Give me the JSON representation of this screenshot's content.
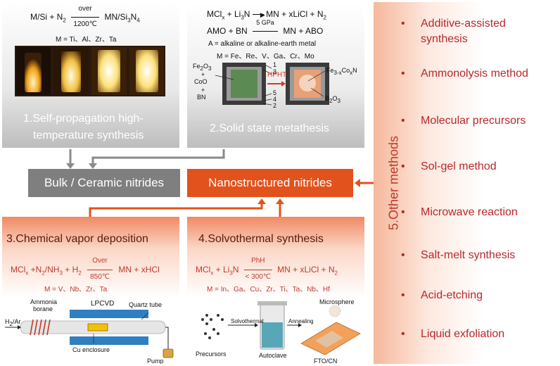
{
  "panel1": {
    "eq_left": "M/Si + N",
    "eq_sub": "2",
    "eq_over": "over",
    "eq_under": "1200℃",
    "eq_right": "MN/Si",
    "eq_right_sub1": "3",
    "eq_right_mid": "N",
    "eq_right_sub2": "4",
    "metals": "M = Ti、Al、Zr、Ta",
    "title_line1": "1.Self-propagation high-",
    "title_line2": "temperature synthesis"
  },
  "panel2": {
    "eq1_a": "MCl",
    "eq1_a_sub": "x",
    "eq1_b": " + Li",
    "eq1_b_sub": "3",
    "eq1_c": "N ",
    "eq1_d": " MN + xLiCl + N",
    "eq1_d_sub": "2",
    "eq2_a": "AMO + BN",
    "eq2_over": "5 GPa",
    "eq2_b": "MN + ABO",
    "note1": "A = alkaline or alkaline-earth metal",
    "note2": "M = Fe、Re、V、Ga、Cr、Mo",
    "fe2o3": "Fe",
    "fe2o3_sub1": "2",
    "fe2o3_mid": "O",
    "fe2o3_sub2": "3",
    "coo": "CoO",
    "bn": "BN",
    "plus": "+",
    "hpht": "HPHT",
    "product": "Fe",
    "product_sub": "3-x",
    "product_b": "Co",
    "product_sub2": "x",
    "product_c": "N",
    "b2o3": "B",
    "b2o3_sub1": "2",
    "b2o3_mid": "O",
    "b2o3_sub2": "3",
    "layer1": "1",
    "layer3": "3",
    "layer5": "5",
    "layer4": "4",
    "layer2": "2",
    "title": "2.Solid state metathesis"
  },
  "boxes": {
    "bulk": "Bulk / Ceramic nitrides",
    "nano": "Nanostructured nitrides"
  },
  "panel3": {
    "title": "3.Chemical vapor deposition",
    "eq_a": "MCl",
    "eq_a_sub": "x",
    "eq_b": " +N",
    "eq_b_sub": "2",
    "eq_c": "/NH",
    "eq_c_sub": "3",
    "eq_d": " + H",
    "eq_d_sub": "2",
    "eq_over": "Over",
    "eq_under": "850℃",
    "eq_e": "MN + xHCl",
    "metals": "M = V、Nb、Zr、Ta",
    "lpcvd": "LPCVD",
    "ammonia": "Ammonia",
    "borane": "borane",
    "quartz": "Quartz tube",
    "h2ar": "H",
    "h2ar_sub": "2",
    "h2ar_b": "/Ar",
    "cu": "Cu enclosure",
    "pump": "Pump"
  },
  "panel4": {
    "title": "4.Solvothermal synthesis",
    "eq_a": "MCl",
    "eq_a_sub": "x",
    "eq_b": " + Li",
    "eq_b_sub": "3",
    "eq_c": "N",
    "eq_over": "PhH",
    "eq_under": "< 300℃",
    "eq_d": "MN + xLiCl + N",
    "eq_d_sub": "2",
    "metals": "M = In、Ga、Cu、Zr、Ti、Ta、Nb、Hf",
    "microsphere": "Microsphere",
    "solvothermal": "Solvothermal",
    "annealing": "Annealing",
    "precursors": "Precursors",
    "autoclave": "Autoclave",
    "fto": "FTO/CN"
  },
  "panel5": {
    "title": "5.Other methods",
    "bullet": "•",
    "methods": [
      "Additive-assisted",
      "synthesis",
      "Ammonolysis method",
      "Molecular precursors",
      "Sol-gel method",
      "Microwave reaction",
      "Salt-melt synthesis",
      "Acid-etching",
      "Liquid exfoliation"
    ]
  },
  "colors": {
    "accent": "#e2521d",
    "red_text": "#c0392b",
    "gray_box": "#7f7f7f"
  }
}
